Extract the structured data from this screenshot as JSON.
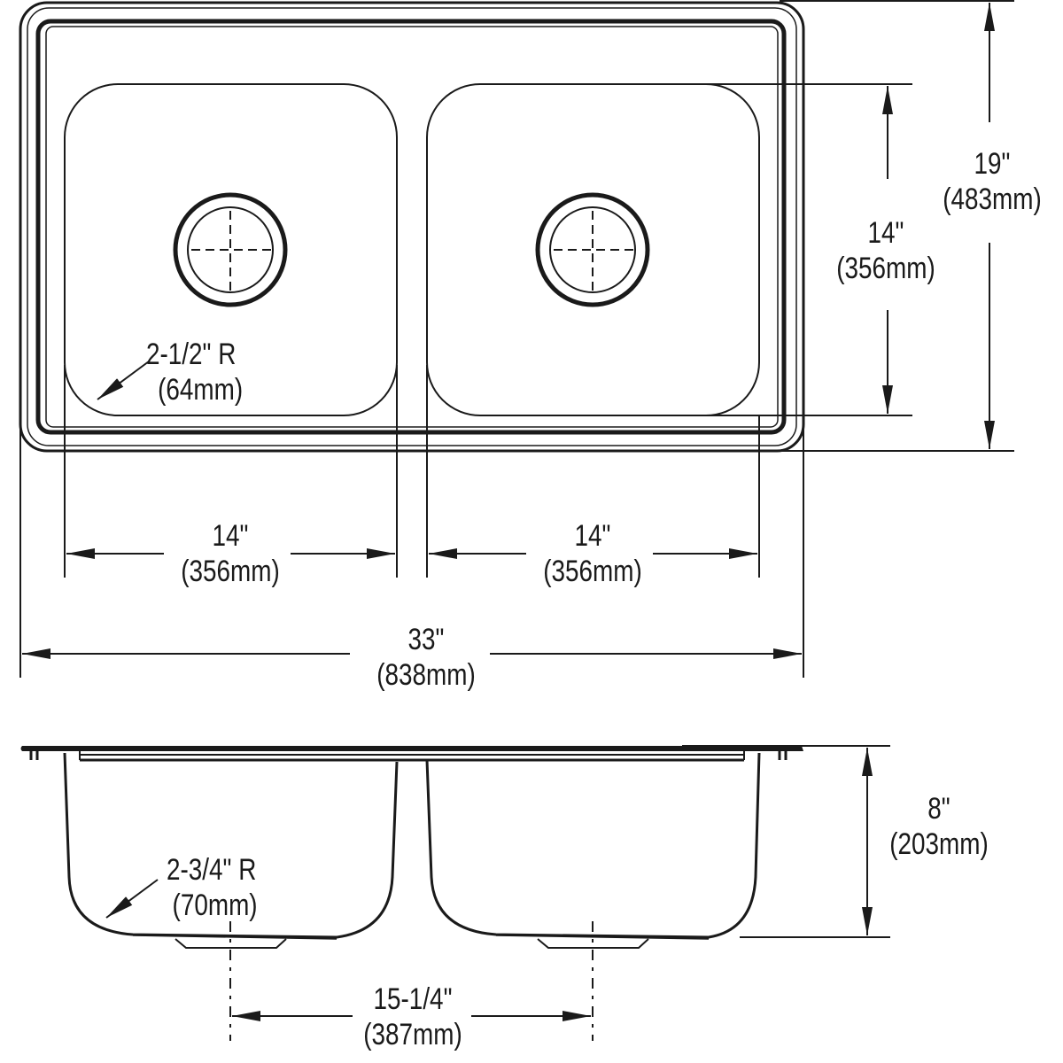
{
  "drawing": {
    "subject": "Double bowl drop-in sink",
    "stroke_color": "#1a1a1a",
    "background": "#ffffff"
  },
  "top_view": {
    "overall_depth": {
      "imperial": "19\"",
      "metric": "(483mm)"
    },
    "bowl_depth": {
      "imperial": "14\"",
      "metric": "(356mm)"
    },
    "corner_radius": {
      "imperial": "2-1/2\" R",
      "metric": "(64mm)"
    },
    "left_bowl_width": {
      "imperial": "14\"",
      "metric": "(356mm)"
    },
    "right_bowl_width": {
      "imperial": "14\"",
      "metric": "(356mm)"
    },
    "overall_width": {
      "imperial": "33\"",
      "metric": "(838mm)"
    }
  },
  "side_view": {
    "bowl_height": {
      "imperial": "8\"",
      "metric": "(203mm)"
    },
    "bottom_radius": {
      "imperial": "2-3/4\" R",
      "metric": "(70mm)"
    },
    "drain_spacing": {
      "imperial": "15-1/4\"",
      "metric": "(387mm)"
    }
  }
}
